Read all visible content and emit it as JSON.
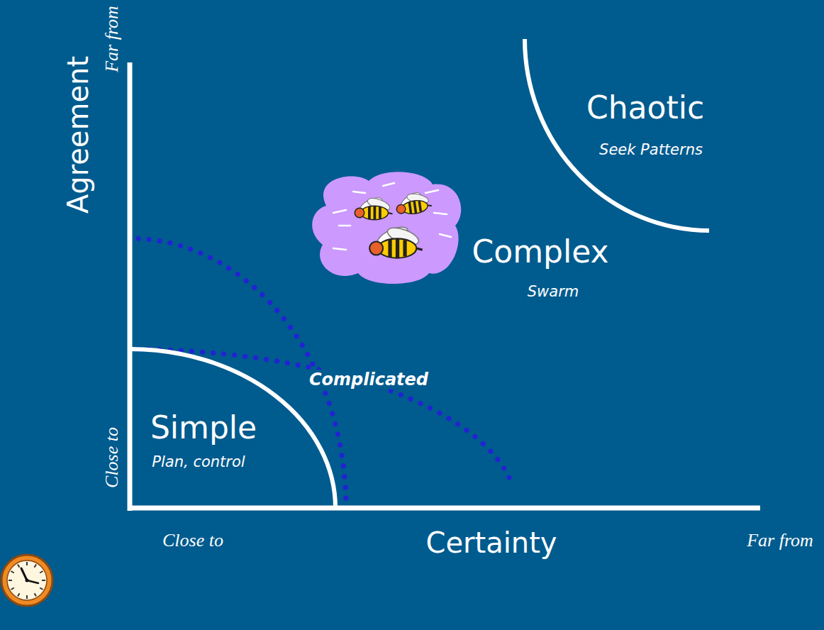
{
  "diagram": {
    "labels": [
      "Far from",
      "Agreement",
      "Close to",
      "Chaotic",
      "Seek Patterns",
      "Complex",
      "Swarm",
      "Complicated",
      "Simple",
      "Plan, control",
      "Close to",
      "Certainty",
      "Far from"
    ]
  }
}
